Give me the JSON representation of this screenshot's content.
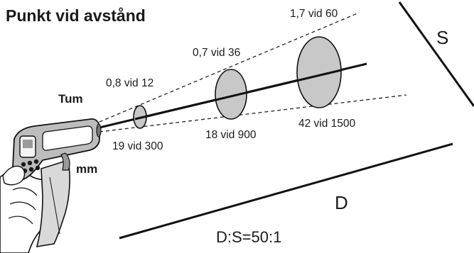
{
  "title": "Punkt vid avstånd",
  "units": {
    "inch": "Tum",
    "mm": "mm"
  },
  "spot_labels_inch": [
    "0,8 vid 12",
    "0,7 vid 36",
    "1,7 vid 60"
  ],
  "spot_labels_mm": [
    "19 vid 300",
    "18 vid 900",
    "42 vid 1500"
  ],
  "spot_letter": "S",
  "distance_letter": "D",
  "ratio": "D:S=50:1",
  "colors": {
    "spot_fill": "#c8c8c8",
    "line": "#111111"
  }
}
